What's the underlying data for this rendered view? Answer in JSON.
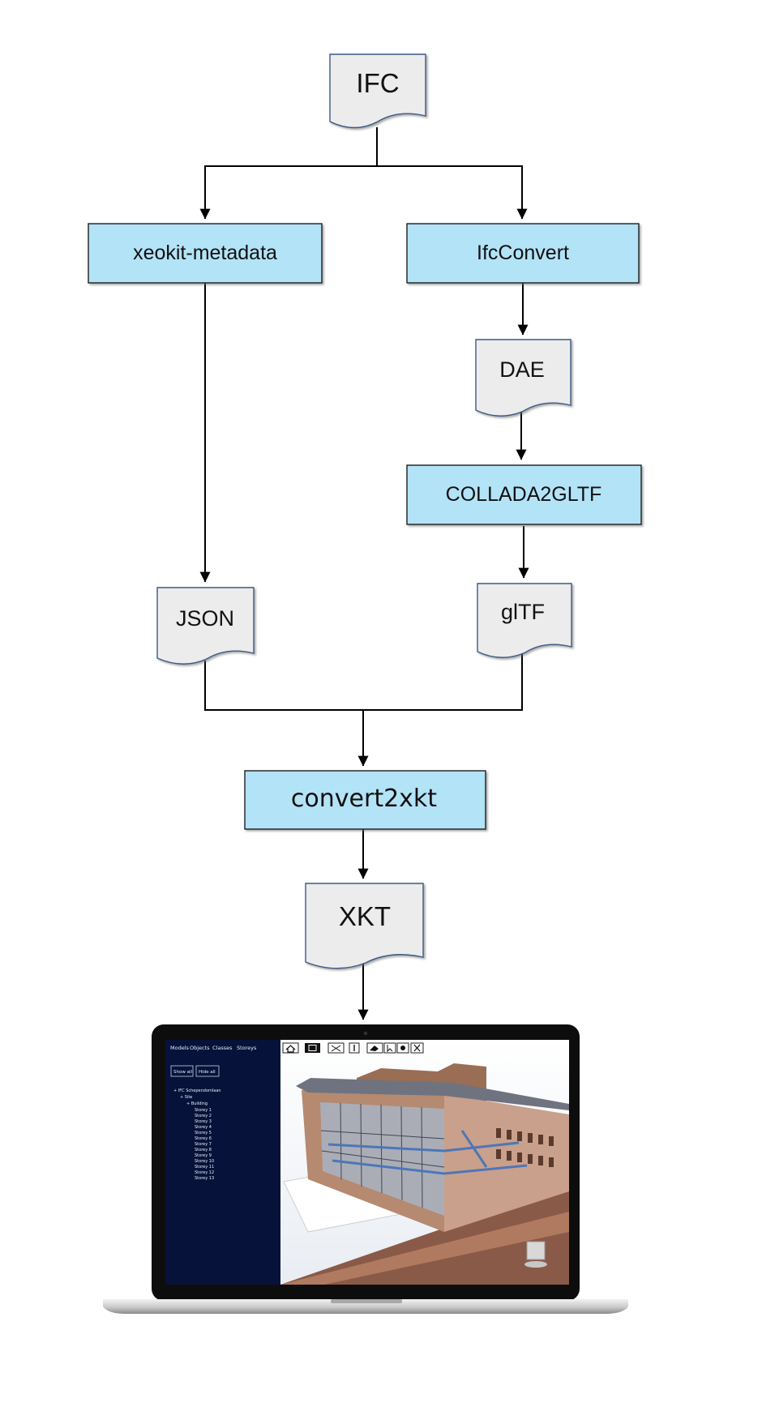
{
  "nodes": {
    "ifc": "IFC",
    "xeokit_metadata": "xeokit-metadata",
    "ifcconvert": "IfcConvert",
    "dae": "DAE",
    "collada2gltf": "COLLADA2GLTF",
    "json": "JSON",
    "gltf": "glTF",
    "convert2xkt": "convert2xkt",
    "xkt": "XKT"
  },
  "colors": {
    "process_fill": "#b3e3f7",
    "document_fill": "#ececec",
    "document_stroke": "#3d5a86",
    "viewer_sidebar": "#06123a"
  },
  "laptop": {
    "menu": [
      "Models",
      "Objects",
      "Classes",
      "Storeys"
    ],
    "buttons": [
      "Show all",
      "Hide all"
    ],
    "tree": [
      "+ IFC Schependomlaan",
      "+ Site",
      "+ Building",
      "Storey 1",
      "Storey 2",
      "Storey 3",
      "Storey 4",
      "Storey 5",
      "Storey 6",
      "Storey 7",
      "Storey 8",
      "Storey 9",
      "Storey 10",
      "Storey 11",
      "Storey 12",
      "Storey 13"
    ],
    "toolbar_icons": [
      "home-icon",
      "cube-icon",
      "fit-icon",
      "ortho-icon",
      "eraser-icon",
      "select-icon",
      "eye-icon",
      "close-icon"
    ]
  }
}
